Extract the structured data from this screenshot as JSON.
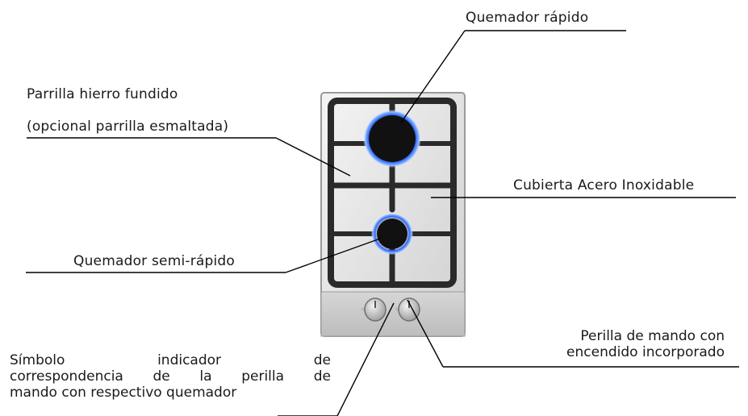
{
  "labels": {
    "quick_burner": "Quemador rápido",
    "grate": "Parrilla hierro fundido",
    "grate_option": "(opcional parrilla esmaltada)",
    "stainless_cover": "Cubierta Acero Inoxidable",
    "semi_quick_burner": "Quemador semi-rápido",
    "knob": {
      "line1": "Perilla de mando con",
      "line2": "encendido incorporado"
    },
    "symbol": {
      "line1_words": [
        "Símbolo",
        "indicador",
        "de"
      ],
      "line2_words": [
        "correspondencia",
        "de",
        "la",
        "perilla",
        "de"
      ],
      "line3": "mando con respectivo quemador"
    }
  },
  "colors": {
    "text": "#1a1a1a",
    "leader_line": "#000000",
    "steel": "#e6e6e6",
    "cast_iron": "#2a2a2a",
    "flame": "#3a7bff"
  }
}
